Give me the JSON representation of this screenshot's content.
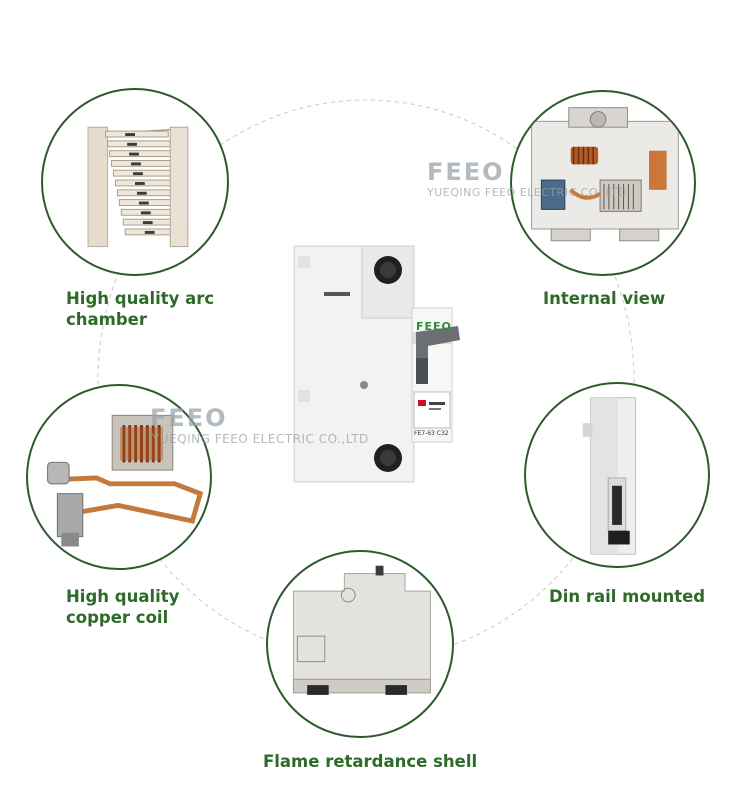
{
  "features": {
    "arc_chamber": {
      "label_line1": "High quality arc",
      "label_line2": "chamber"
    },
    "internal_view": {
      "label": "Internal view"
    },
    "copper_coil": {
      "label_line1": "High quality",
      "label_line2": "copper coil"
    },
    "din_rail": {
      "label": "Din rail mounted"
    },
    "flame_shell": {
      "label": "Flame retardance shell"
    }
  },
  "product": {
    "brand": "FEEO",
    "model": "FE7-63 C32"
  },
  "watermark": {
    "logo": "FEEO",
    "company": "YUEQING FEEO ELECTRIC CO.,LTD"
  },
  "colors": {
    "accent_green": "#2e6b2a",
    "ring_border": "#2f5a2c",
    "handle_gray": "#6b6e72",
    "copper": "#c47a3d"
  }
}
